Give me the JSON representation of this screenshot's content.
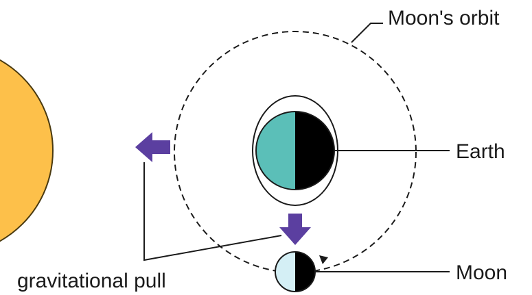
{
  "labels": {
    "orbit": "Moon's orbit",
    "earth": "Earth",
    "moon": "Moon",
    "gravity": "gravitational pull"
  },
  "colors": {
    "sun": "#FDC04A",
    "sun_outline": "#4a3a10",
    "earth_lit": "#5BBFB8",
    "earth_dark": "#000000",
    "moon_lit": "#D4EFF5",
    "moon_dark": "#000000",
    "arrow": "#5B3FA0",
    "line": "#1a1a1a"
  }
}
